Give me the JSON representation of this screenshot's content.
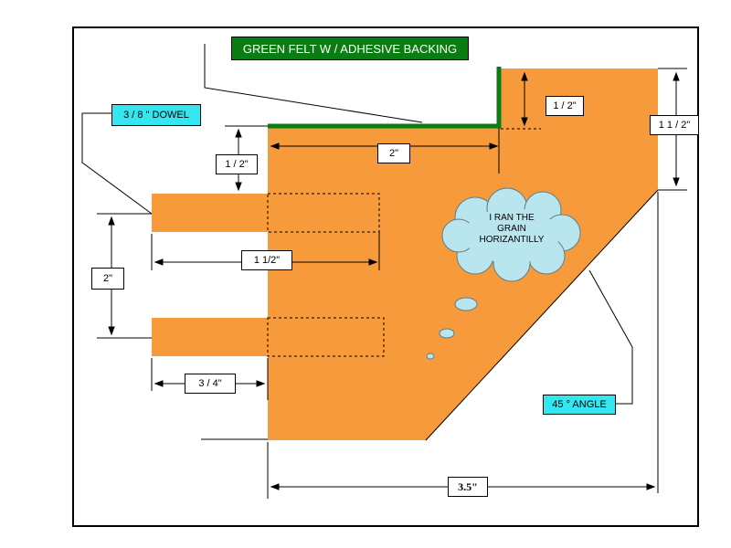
{
  "labels": {
    "felt": "GREEN FELT W / ADHESIVE BACKING",
    "dowel": "3 / 8 \" DOWEL",
    "angle": "45 ° ANGLE",
    "dim_half_left": "1 / 2\"",
    "dim_two_top": "2\"",
    "dim_half_right": "1 / 2\"",
    "dim_one_half_right": "1 1 / 2\"",
    "dim_dowel_len": "1 1/2\"",
    "dim_dowel_gap": "2\"",
    "dim_three_quarter": "3 / 4\"",
    "dim_width": "3.5\"",
    "cloud_line1": "I RAN THE",
    "cloud_line2": "GRAIN",
    "cloud_line3": "HORIZANTILLY"
  },
  "colors": {
    "wood": "#f79a3c",
    "felt": "#0a7d12",
    "cloud": "#b9e6ee",
    "callout": "#33e6f0"
  }
}
